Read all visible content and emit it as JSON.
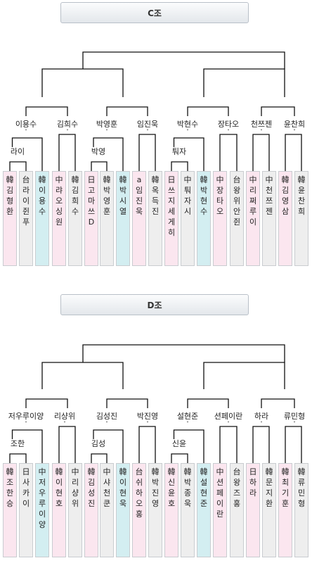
{
  "group_c": {
    "header": "C조",
    "qf": [
      "이용수",
      "김희수",
      "박영훈",
      "임진욱",
      "박현수",
      "장타오",
      "천쯔젠",
      "윤찬희"
    ],
    "r1": [
      "라이",
      "박영",
      "퉈자"
    ],
    "players": [
      {
        "flag": "韓",
        "name": "김형환",
        "color": "pink"
      },
      {
        "flag": "台",
        "name": "라이쥔푸",
        "color": "grey"
      },
      {
        "flag": "韓",
        "name": "이용수",
        "color": "cyan"
      },
      {
        "flag": "中",
        "name": "랴오싱원",
        "color": "pink"
      },
      {
        "flag": "韓",
        "name": "김희수",
        "color": "grey"
      },
      {
        "flag": "日",
        "name": "고마쓰D",
        "color": "pink"
      },
      {
        "flag": "韓",
        "name": "박영훈",
        "color": "grey"
      },
      {
        "flag": "韓",
        "name": "박시열",
        "color": "cyan"
      },
      {
        "flag": "a",
        "name": "임진욱",
        "color": "pink"
      },
      {
        "flag": "韓",
        "name": "옥득진",
        "color": "grey"
      },
      {
        "flag": "日",
        "name": "쓰지세게히",
        "color": "pink"
      },
      {
        "flag": "中",
        "name": "퉈자시",
        "color": "grey"
      },
      {
        "flag": "韓",
        "name": "박현수",
        "color": "cyan"
      },
      {
        "flag": "中",
        "name": "장타오",
        "color": "pink"
      },
      {
        "flag": "台",
        "name": "왕위안쥔",
        "color": "grey"
      },
      {
        "flag": "中",
        "name": "리쩌루이",
        "color": "pink"
      },
      {
        "flag": "中",
        "name": "천쯔젠",
        "color": "grey"
      },
      {
        "flag": "韓",
        "name": "김영삼",
        "color": "pink"
      },
      {
        "flag": "韓",
        "name": "윤찬희",
        "color": "grey"
      }
    ]
  },
  "group_d": {
    "header": "D조",
    "qf": [
      "저우루이양",
      "리샹위",
      "김성진",
      "박진영",
      "설현준",
      "션페이란",
      "하라",
      "류민형"
    ],
    "r1": [
      "조한",
      "김성",
      "신윤"
    ],
    "players": [
      {
        "flag": "韓",
        "name": "조한승",
        "color": "pink"
      },
      {
        "flag": "日",
        "name": "사카이",
        "color": "grey"
      },
      {
        "flag": "中",
        "name": "저우루이양",
        "color": "cyan"
      },
      {
        "flag": "韓",
        "name": "이현호",
        "color": "pink"
      },
      {
        "flag": "中",
        "name": "리샹위",
        "color": "grey"
      },
      {
        "flag": "韓",
        "name": "김성진",
        "color": "pink"
      },
      {
        "flag": "中",
        "name": "샤천쿤",
        "color": "grey"
      },
      {
        "flag": "韓",
        "name": "이현욱",
        "color": "cyan"
      },
      {
        "flag": "台",
        "name": "쉬하오홍",
        "color": "pink"
      },
      {
        "flag": "韓",
        "name": "박진영",
        "color": "grey"
      },
      {
        "flag": "韓",
        "name": "신윤호",
        "color": "pink"
      },
      {
        "flag": "韓",
        "name": "박종욱",
        "color": "grey"
      },
      {
        "flag": "韓",
        "name": "설현준",
        "color": "cyan"
      },
      {
        "flag": "中",
        "name": "션페이란",
        "color": "pink"
      },
      {
        "flag": "台",
        "name": "왕즈홍",
        "color": "grey"
      },
      {
        "flag": "日",
        "name": "하라",
        "color": "pink"
      },
      {
        "flag": "韓",
        "name": "문지환",
        "color": "grey"
      },
      {
        "flag": "韓",
        "name": "최기훈",
        "color": "pink"
      },
      {
        "flag": "韓",
        "name": "류민형",
        "color": "grey"
      }
    ]
  }
}
